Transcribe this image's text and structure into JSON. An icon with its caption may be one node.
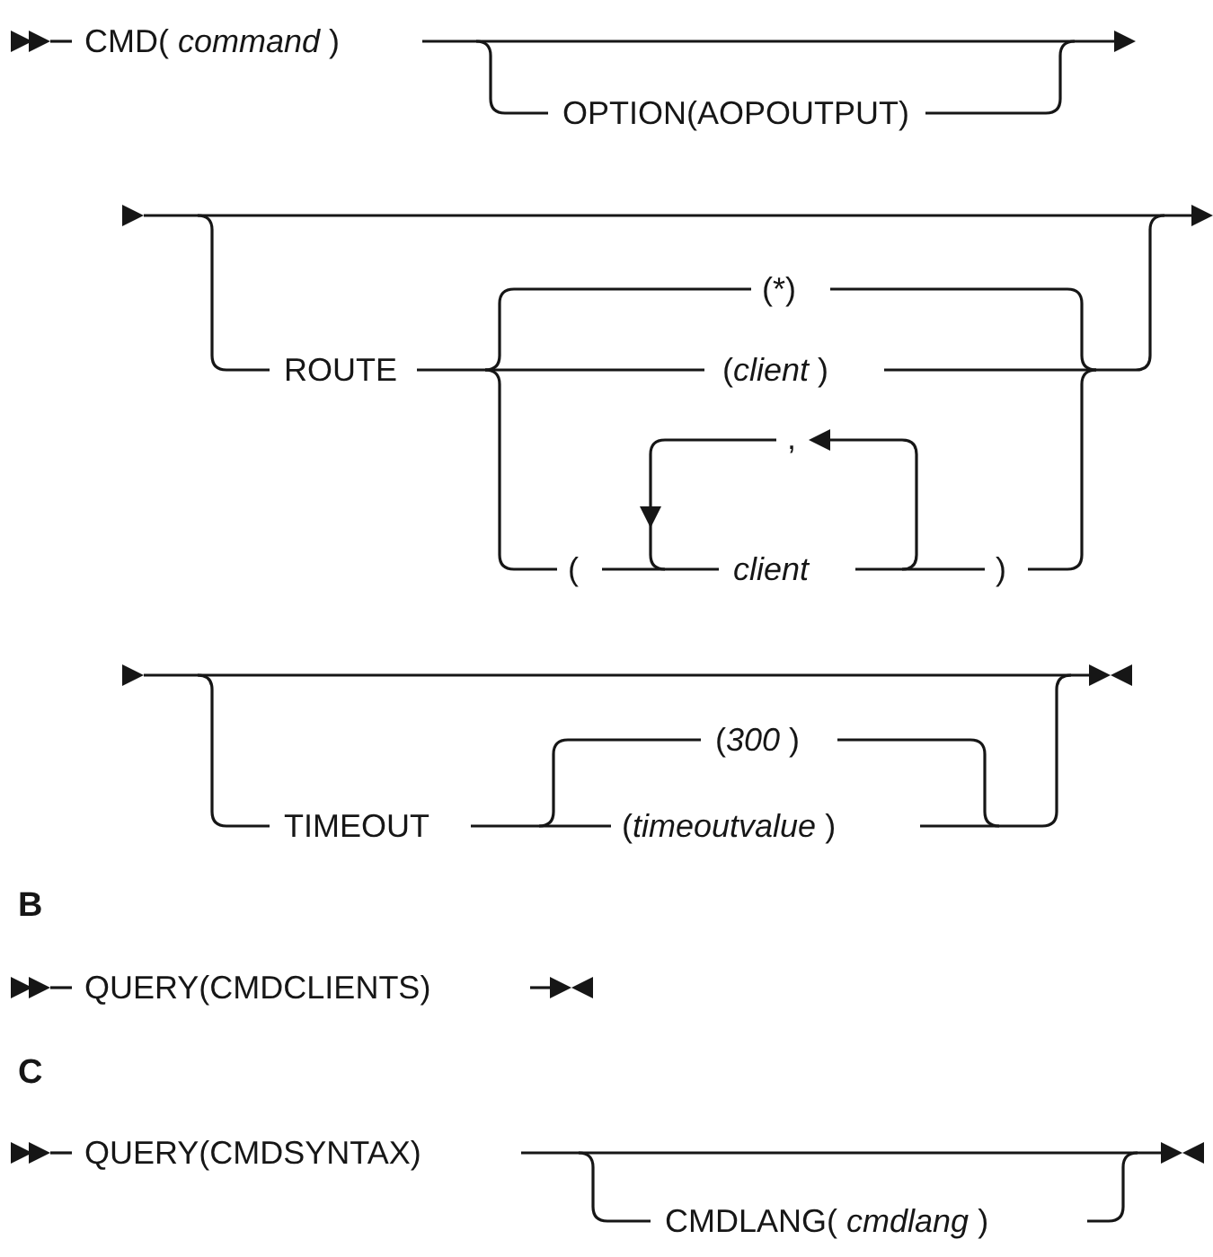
{
  "diagram": {
    "labels": [
      "CMD( *command* )",
      "OPTION(AOPOUTPUT)",
      "(*)",
      "ROUTE",
      "(*client* )",
      ",",
      "(",
      "client",
      ")",
      "(*300* )",
      "TIMEOUT",
      "(*timeoutvalue* )",
      "B",
      "QUERY(CMDCLIENTS)",
      "C",
      "QUERY(CMDSYNTAX)",
      "CMDLANG( *cmdlang* )"
    ]
  }
}
